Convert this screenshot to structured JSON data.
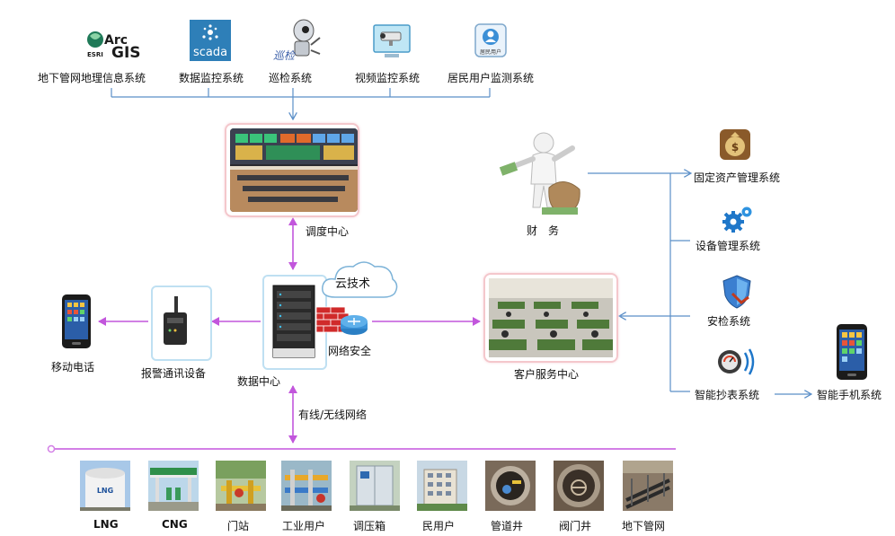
{
  "top_systems": [
    {
      "label": "地下管网地理信息系统",
      "icon": "arcgis-logo",
      "logo_main": "Arc",
      "logo_gis": "GIS",
      "logo_sub": "ESRI"
    },
    {
      "label": "数据监控系统",
      "icon": "scada-logo",
      "logo_text": "scada"
    },
    {
      "label": "巡检系统",
      "icon": "robot-inspection-icon",
      "logo_text": "巡检"
    },
    {
      "label": "视频监控系统",
      "icon": "cctv-camera-icon"
    },
    {
      "label": "居民用户监测系统",
      "icon": "resident-user-icon",
      "logo_text": "居民用户"
    }
  ],
  "dispatch_center": {
    "label": "调度中心"
  },
  "finance": {
    "label": "财　务"
  },
  "cloud": {
    "label": "云技术"
  },
  "data_center": {
    "label": "数据中心"
  },
  "network_security": {
    "label": "网络安全"
  },
  "customer_service": {
    "label": "客户服务中心"
  },
  "alarm_device": {
    "label": "报警通讯设备"
  },
  "mobile_phone": {
    "label": "移动电话"
  },
  "network_link": {
    "label": "有线/无线网络"
  },
  "right_systems": [
    {
      "label": "固定资产管理系统",
      "icon": "money-bag-icon"
    },
    {
      "label": "设备管理系统",
      "icon": "gears-icon"
    },
    {
      "label": "安检系统",
      "icon": "shield-check-icon"
    },
    {
      "label": "智能抄表系统",
      "icon": "wireless-meter-icon"
    }
  ],
  "smart_phone_system": {
    "label": "智能手机系统"
  },
  "bottom_items": [
    {
      "label": "LNG",
      "icon": "lng-tank-photo",
      "photo_text": "LNG"
    },
    {
      "label": "CNG",
      "icon": "cng-station-photo"
    },
    {
      "label": "门站",
      "icon": "gate-station-photo"
    },
    {
      "label": "工业用户",
      "icon": "industrial-user-photo"
    },
    {
      "label": "调压箱",
      "icon": "regulator-box-photo"
    },
    {
      "label": "民用户",
      "icon": "residential-building-photo"
    },
    {
      "label": "管道井",
      "icon": "pipe-well-photo"
    },
    {
      "label": "阀门井",
      "icon": "valve-well-photo"
    },
    {
      "label": "地下管网",
      "icon": "underground-pipe-photo"
    }
  ],
  "colors": {
    "arrow_purple": "#c256dc",
    "arrow_blue": "#5b8fc8",
    "bus_line": "#d37fe6"
  }
}
